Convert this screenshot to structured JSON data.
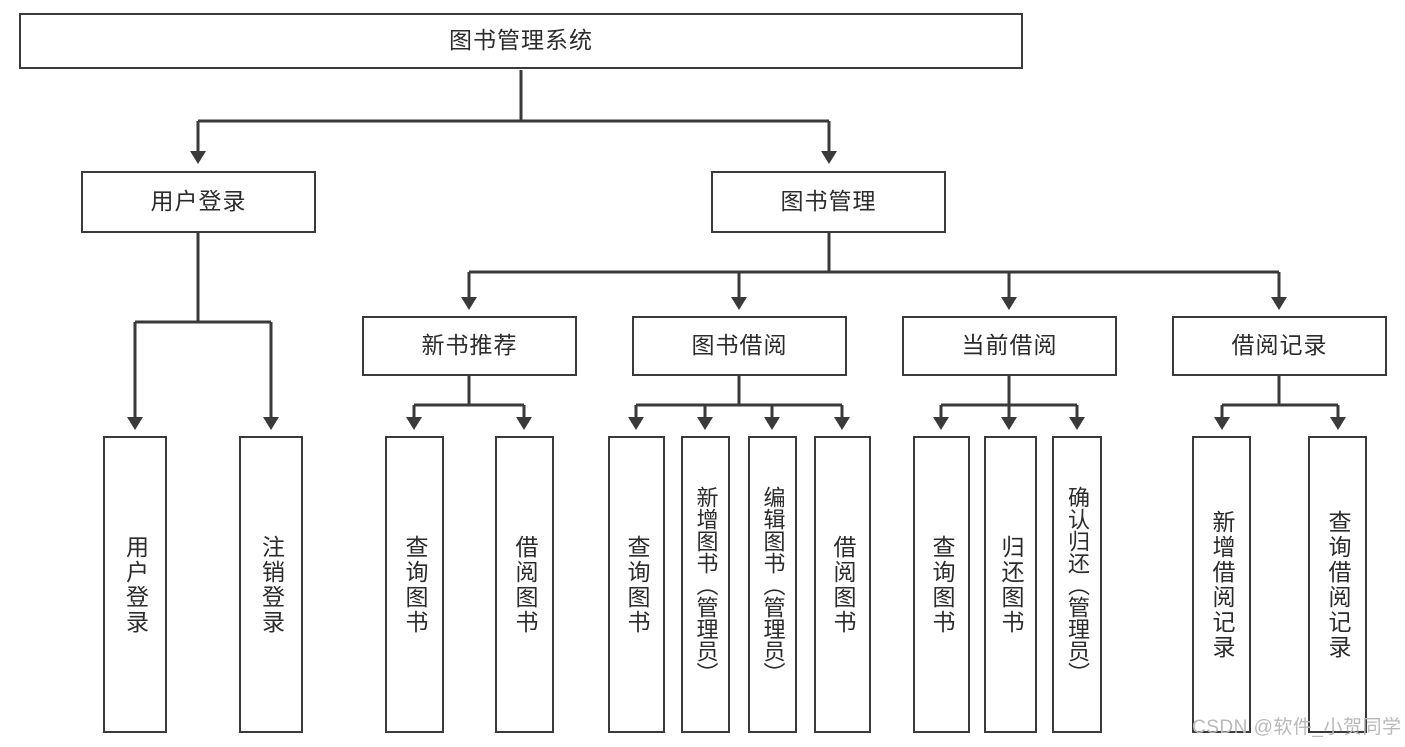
{
  "diagram": {
    "type": "hierarchy-tree",
    "title": "图书管理系统",
    "orientation": "top-down",
    "colors": {
      "box_border": "#3a3a3a",
      "box_fill": "#ffffff",
      "connector": "#3a3a3a",
      "text": "#2b2b2b",
      "watermark": "#b9b9b9"
    },
    "root": {
      "label": "图书管理系统"
    },
    "level1": [
      {
        "label": "用户登录"
      },
      {
        "label": "图书管理"
      }
    ],
    "level2": [
      {
        "label": "新书推荐"
      },
      {
        "label": "图书借阅"
      },
      {
        "label": "当前借阅"
      },
      {
        "label": "借阅记录"
      }
    ],
    "leaves": {
      "user_login": [
        {
          "label": "用户登录"
        },
        {
          "label": "注销登录"
        }
      ],
      "new_book_recommend": [
        {
          "label": "查询图书"
        },
        {
          "label": "借阅图书"
        }
      ],
      "book_borrow": [
        {
          "label": "查询图书"
        },
        {
          "label": "新增图书（管理员）"
        },
        {
          "label": "编辑图书（管理员）"
        },
        {
          "label": "借阅图书"
        }
      ],
      "current_borrow": [
        {
          "label": "查询图书"
        },
        {
          "label": "归还图书"
        },
        {
          "label": "确认归还（管理员）"
        }
      ],
      "borrow_record": [
        {
          "label": "新增借阅记录"
        },
        {
          "label": "查询借阅记录"
        }
      ]
    },
    "watermark": "CSDN @软件_小贺同学"
  }
}
